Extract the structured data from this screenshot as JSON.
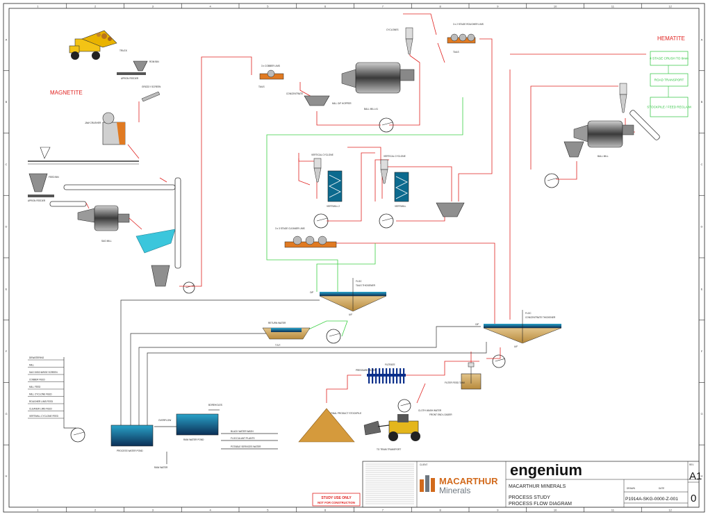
{
  "zone_columns": [
    "1",
    "2",
    "3",
    "4",
    "5",
    "6",
    "7",
    "8",
    "9",
    "10",
    "11",
    "12"
  ],
  "zone_rows": [
    "A",
    "B",
    "C",
    "D",
    "E",
    "F",
    "G",
    "H"
  ],
  "sections": {
    "magnetite": "MAGNETITE",
    "hematite": "HEMATITE"
  },
  "hematite_boxes": [
    "4 STAGE CRUSH TO 6mm",
    "ROAD TRANSPORT",
    "STOCKPILE / FEED RECLAIM"
  ],
  "labels": {
    "haul_truck": "TRUCK",
    "rom_bin": "ROM BIN",
    "apron_feeder_1": "APRON FEEDER",
    "grizzly": "GRIZZLY SCREEN",
    "jaw_crusher": "JAW CRUSHER",
    "feed_bin": "FEED BIN",
    "apron_feeder_2": "APRON FEEDER",
    "sag_mill": "SAG MILL",
    "cobber_lims": "3 x COBBER LIMS",
    "tails_1": "TAILS",
    "concentrate": "CONCENTRATE",
    "mill_hopper": "MILL O/F HOPPER",
    "ball_mill_1": "BALL MILL #1",
    "cyclones": "CYCLONES",
    "rougher_lims": "3 x 2 STAGE ROUGHER LIMS",
    "tails_2": "TAILS",
    "vertical_cyclone_1": "VERTICAL CYCLONE",
    "vertical_cyclone_2": "VERTICAL CYCLONE",
    "vertimill_2": "VERTIMILL 2",
    "vertimill_1": "VERTIMILL",
    "cleaner_lims": "3 x 3 STAGE CLEANER LIMS",
    "tails_thickener": "TAILS THICKENER",
    "floc_1": "FLOC",
    "uf_1": "U/F",
    "ovf_1": "O/F",
    "return_water": "RETURN WATER",
    "tsf": "T.S.F.",
    "concentrate_thickener": "CONCENTRATE THICKENER",
    "floc_2": "FLOC",
    "uf_2": "U/F",
    "ovf_2": "O/F",
    "filter_feed_tank": "FILTER FEED TANK",
    "pressure_filter": "PRESSURE FILTER",
    "filtrate": "FILTRATE",
    "final_product": "FINAL PRODUCT STOCKPILE",
    "front_end_loader": "FRONT END LOADER",
    "to_train": "TO TRAIN TRANSPORT",
    "cloth_wash": "CLOTH WASH WATER",
    "ball_mill_2": "BALL MILL",
    "process_water_pond": "PROCESS WATER POND",
    "raw_water_pond": "RAW WATER POND",
    "overflow": "OVERFLOW",
    "boreholes": "BOREHOLES",
    "raw_water": "RAW WATER",
    "distribution": [
      "DEWATERING",
      "MILL",
      "SAG DISCHARGE SCREEN",
      "COBBER FEED",
      "MILL FEED",
      "MILL CYCLONE FEED",
      "ROUGHER LIMS FEED",
      "CLEANER LIMS FEED",
      "VERTIMILL CYCLONE FEED"
    ],
    "services": [
      "BLACK WATER WASH",
      "FLOCCULANT PLANTS",
      "POTABLE SERVICES WATER"
    ]
  },
  "title_block": {
    "stamp": [
      "STUDY USE ONLY",
      "NOT FOR CONSTRUCTION"
    ],
    "client_label": "CLIENT",
    "client_name": "MACARTHUR",
    "client_sub": "Minerals",
    "consultant": "engenium",
    "project": "MACARTHUR MINERALS",
    "title_1": "PROCESS STUDY",
    "title_2": "PROCESS FLOW DIAGRAM",
    "size": "A1",
    "rev": "0",
    "drawing_no": "P1914A-SKG-0000-Z-001",
    "rev_label": "REV",
    "drawn": "DRAWN",
    "date": "DATE"
  }
}
